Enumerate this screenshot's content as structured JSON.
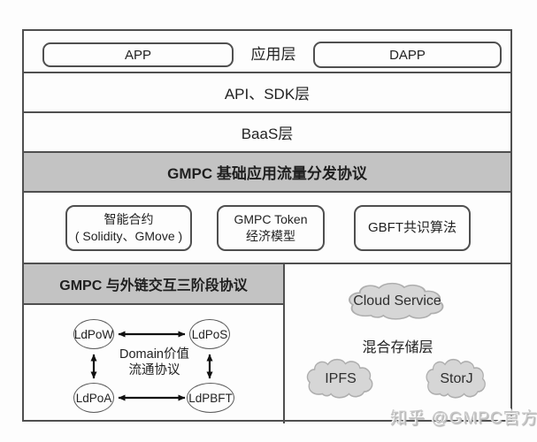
{
  "layers": {
    "app_row": {
      "app": "APP",
      "label": "应用层",
      "dapp": "DAPP"
    },
    "api_sdk": "API、SDK层",
    "baas": "BaaS层",
    "dispatch": "GMPC 基础应用流量分发协议",
    "modules": [
      {
        "line1": "智能合约",
        "line2": "( Solidity、GMove )"
      },
      {
        "line1": "GMPC Token",
        "line2": "经济模型"
      },
      {
        "line1": "GBFT共识算法"
      }
    ]
  },
  "interaction": {
    "title": "GMPC 与外链交互三阶段协议",
    "nodes": [
      "LdPoW",
      "LdPoS",
      "LdPoA",
      "LdPBFT"
    ],
    "center": {
      "line1": "Domain价值",
      "line2": "流通协议"
    }
  },
  "storage": {
    "cloud_service": "Cloud Service",
    "title": "混合存储层",
    "ipfs": "IPFS",
    "storj": "StorJ"
  },
  "watermark": "知乎 @GMPC官方",
  "colors": {
    "header_bg": "#c3c3c3",
    "cloud_fill": "#d6d6d6",
    "border": "#4f4f4f",
    "arrow": "#111111"
  }
}
